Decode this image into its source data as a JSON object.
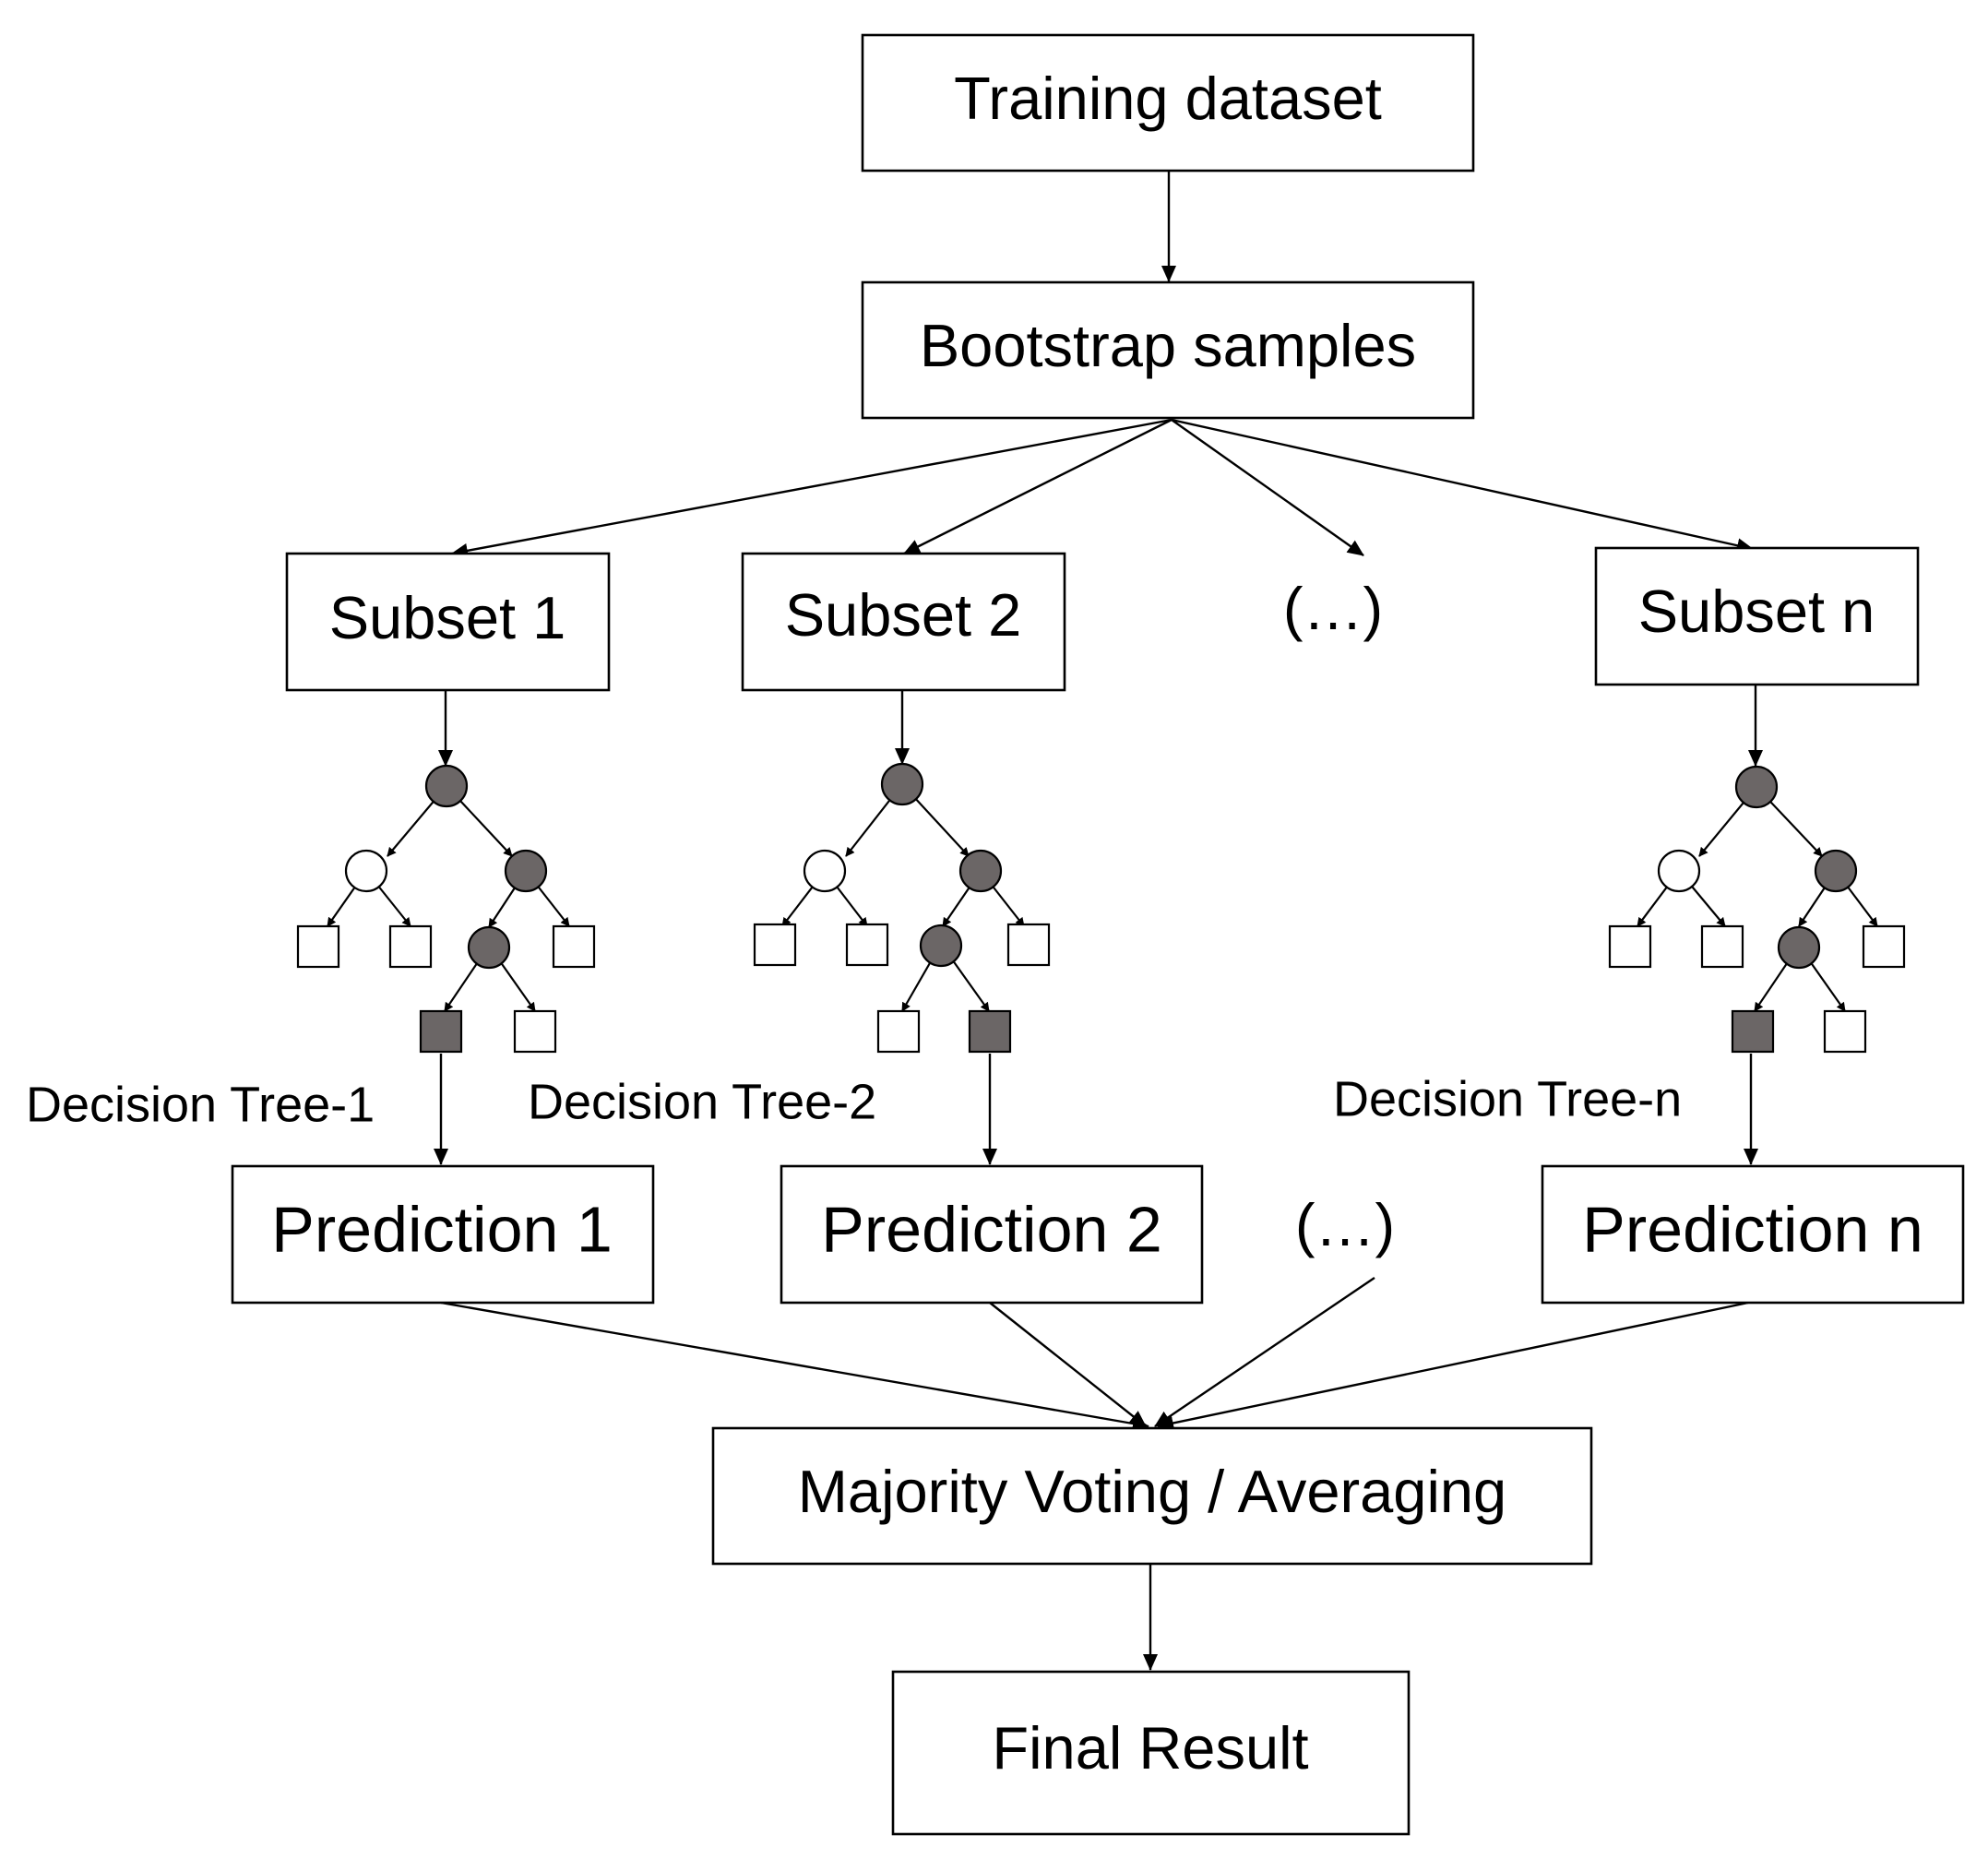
{
  "nodes": {
    "training_dataset": "Training dataset",
    "bootstrap_samples": "Bootstrap samples",
    "subset_1": "Subset 1",
    "subset_2": "Subset 2",
    "subset_ellipsis": "(…)",
    "subset_n": "Subset n",
    "prediction_1": "Prediction 1",
    "prediction_2": "Prediction 2",
    "prediction_ellipsis": "(…)",
    "prediction_n": "Prediction n",
    "aggregation": "Majority Voting / Averaging",
    "final_result": "Final Result"
  },
  "tree_labels": {
    "tree_1": "Decision Tree-1",
    "tree_2": "Decision Tree-2",
    "tree_n": "Decision Tree-n"
  },
  "colors": {
    "line": "#000000",
    "filled_node": "#6b6666",
    "empty_node": "#ffffff",
    "background": "#ffffff"
  }
}
